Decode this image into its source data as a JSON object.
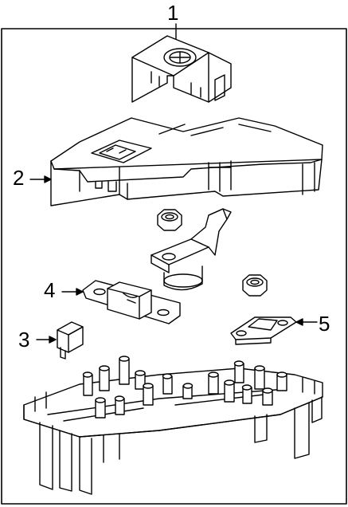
{
  "callouts": {
    "c1": "1",
    "c2": "2",
    "c3": "3",
    "c4": "4",
    "c5": "5"
  },
  "colors": {
    "line": "#000000",
    "fill": "#ffffff"
  }
}
